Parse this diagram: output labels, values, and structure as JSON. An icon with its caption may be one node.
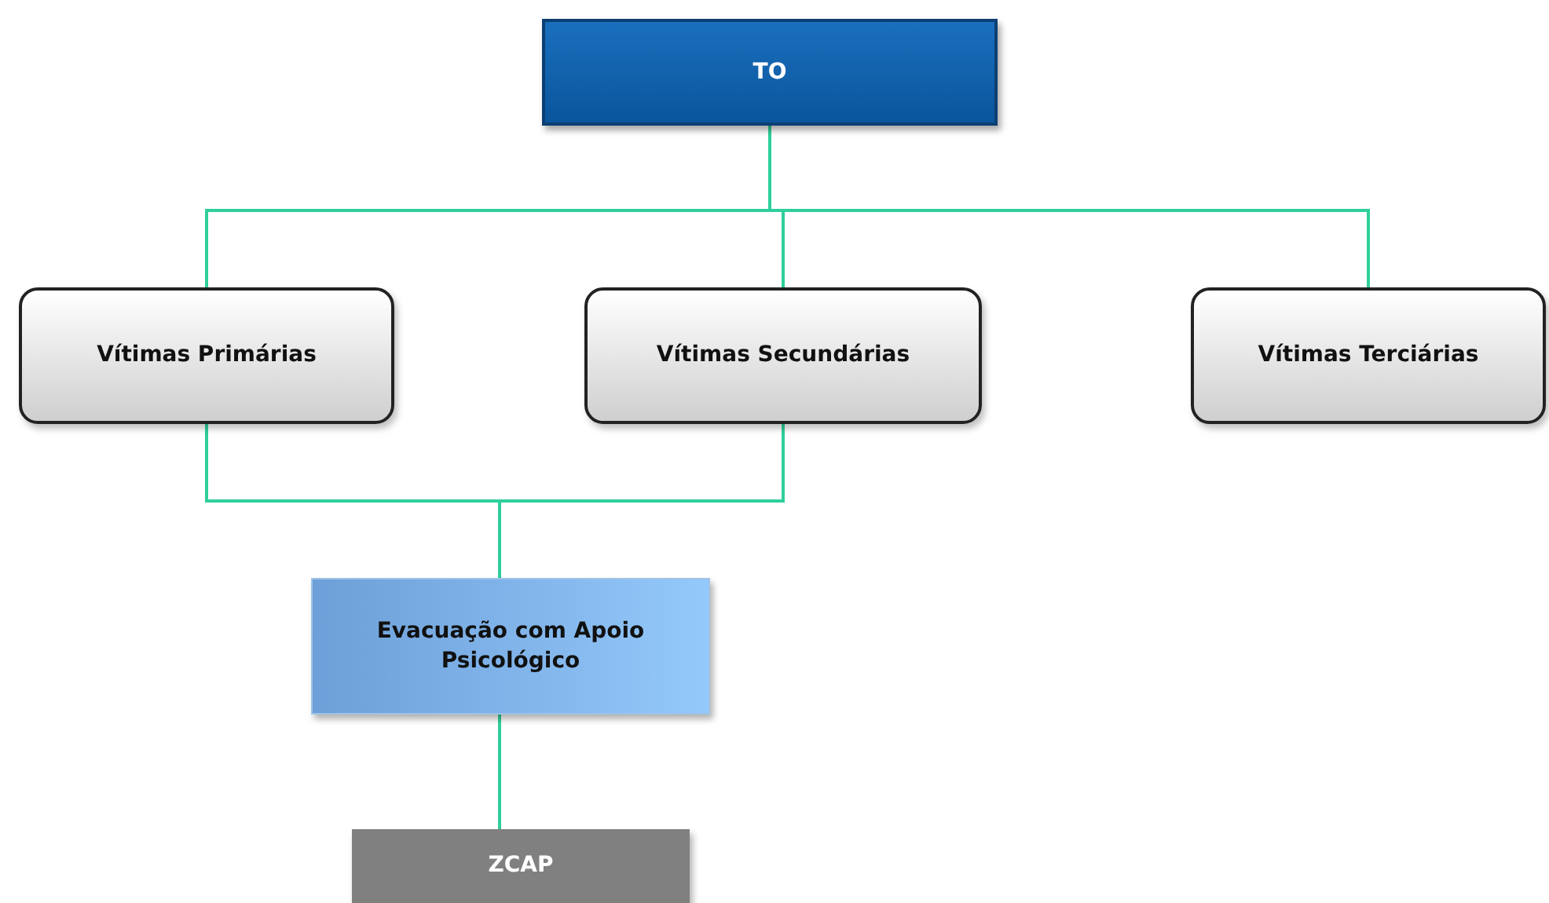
{
  "diagram": {
    "nodes": [
      {
        "text": [
          "TO"
        ]
      },
      {
        "text": [
          "Vítimas Primárias"
        ]
      },
      {
        "text": [
          "Vítimas Secundárias"
        ]
      },
      {
        "text": [
          "Vítimas Terciárias"
        ]
      },
      {
        "text": [
          "Evacuação com Apoio Psicológico"
        ]
      },
      {
        "text": [
          "ZCAP"
        ]
      }
    ],
    "edges": [
      {
        "from": 0,
        "to": 1,
        "arrow": "none"
      },
      {
        "from": 0,
        "to": 2,
        "arrow": "none"
      },
      {
        "from": 0,
        "to": 3,
        "arrow": "none"
      },
      {
        "from": 1,
        "to": 4,
        "arrow": "none"
      },
      {
        "from": 2,
        "to": 4,
        "arrow": "none"
      },
      {
        "from": 4,
        "to": 5,
        "arrow": "none"
      }
    ]
  }
}
